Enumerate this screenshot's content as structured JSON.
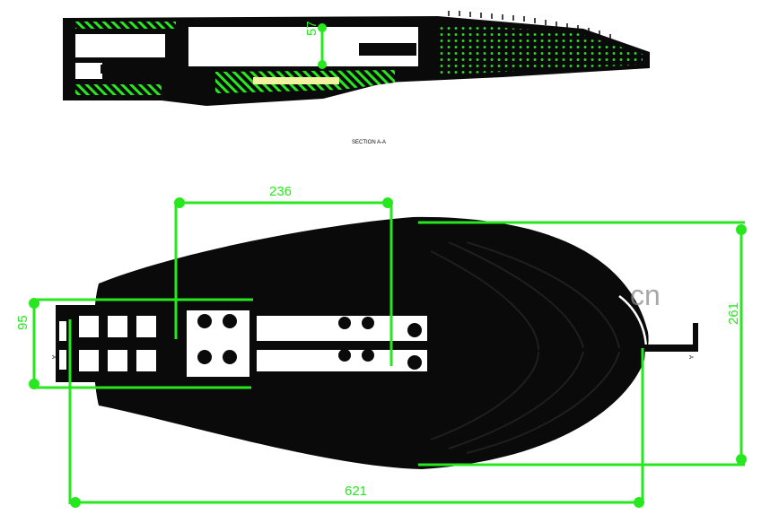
{
  "colors": {
    "body": "#0a0a0a",
    "dimension": "#27e81e",
    "paper": "#ffffff",
    "watermark": "#8c8c8c"
  },
  "section": {
    "caption": "SECTION A-A",
    "height_mark": "57"
  },
  "plan": {
    "cut_marker_left": "A",
    "cut_marker_right": "A",
    "dimensions": {
      "width_236": "236",
      "height_95": "95",
      "height_261": "261",
      "length_621": "621"
    }
  },
  "watermark": {
    "text": "cn"
  }
}
